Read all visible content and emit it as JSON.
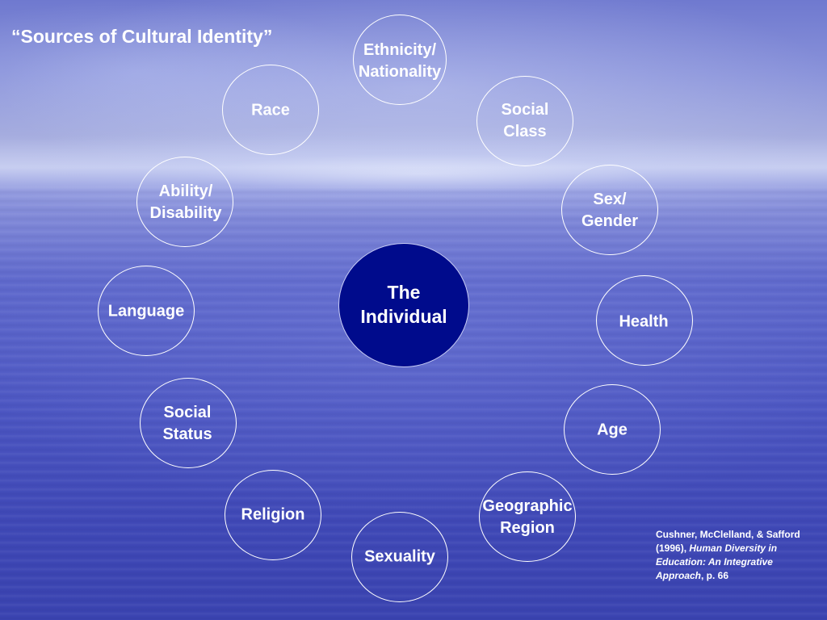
{
  "title": "“Sources of Cultural Identity”",
  "center": {
    "label": "The\nIndividual"
  },
  "sources": [
    {
      "id": "ethnicity",
      "label": "Ethnicity/\nNationality"
    },
    {
      "id": "social-class",
      "label": "Social\nClass"
    },
    {
      "id": "sex-gender",
      "label": "Sex/\nGender"
    },
    {
      "id": "health",
      "label": "Health"
    },
    {
      "id": "age",
      "label": "Age"
    },
    {
      "id": "geographic-region",
      "label": "Geographic\nRegion"
    },
    {
      "id": "sexuality",
      "label": "Sexuality"
    },
    {
      "id": "religion",
      "label": "Religion"
    },
    {
      "id": "social-status",
      "label": "Social\nStatus"
    },
    {
      "id": "language",
      "label": "Language"
    },
    {
      "id": "ability",
      "label": "Ability/\nDisability"
    },
    {
      "id": "race",
      "label": "Race"
    }
  ],
  "citation": {
    "authors": "Cushner, McClelland, & Safford (1996), ",
    "work": "Human Diversity in Education: An Integrative Approach",
    "page": ", p. 66"
  },
  "colors": {
    "center_fill": "#000b8c",
    "ring_stroke": "#ffffff",
    "text": "#ffffff"
  }
}
